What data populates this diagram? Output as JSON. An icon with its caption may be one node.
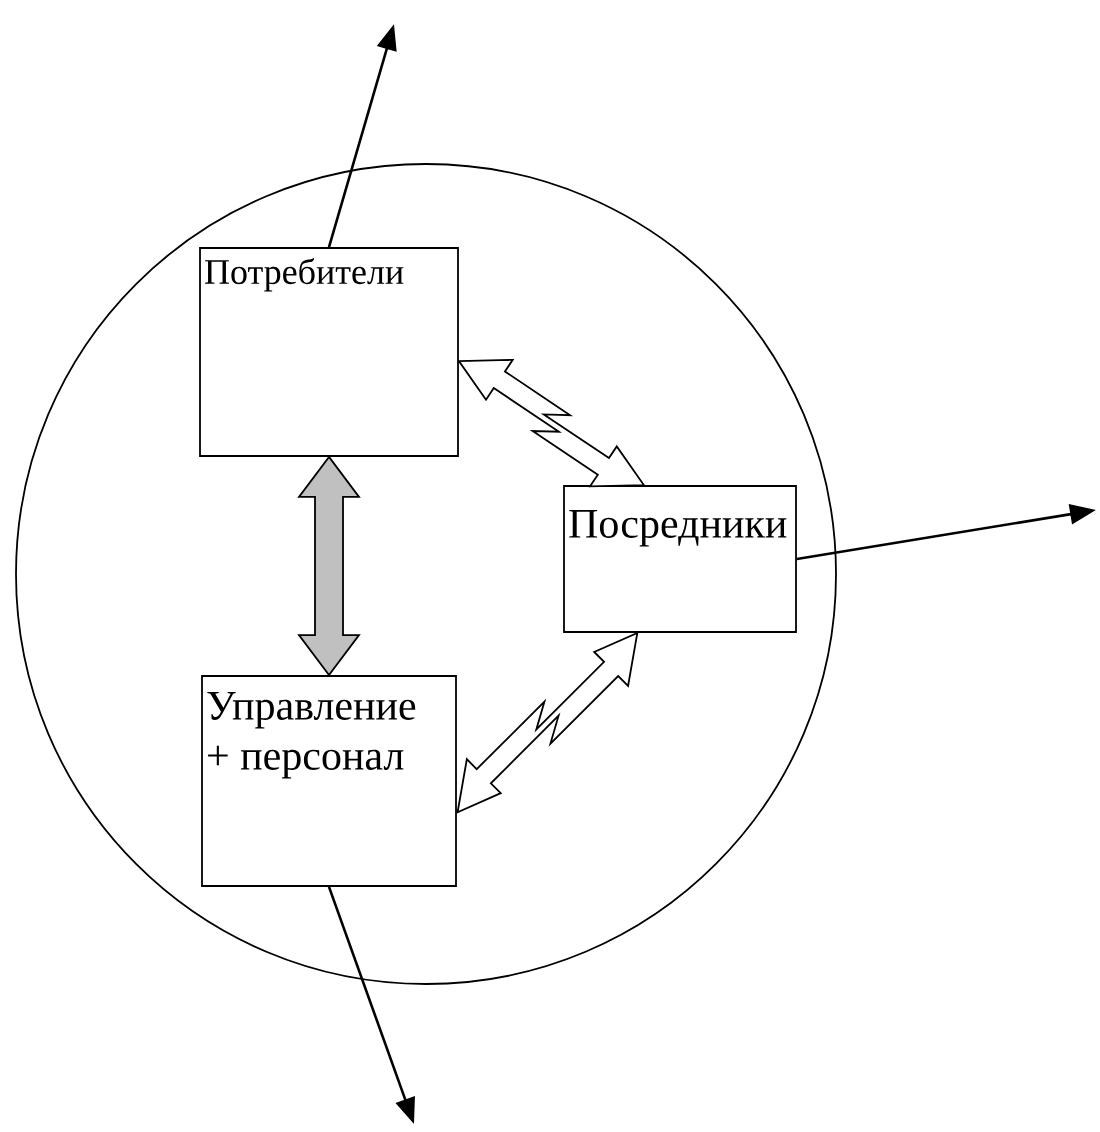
{
  "diagram": {
    "nodes": [
      {
        "text": [],
        "shape": "circle"
      },
      {
        "text": [
          "Потребители"
        ],
        "in": 0
      },
      {
        "text": [
          "Посредники"
        ],
        "in": 0
      },
      {
        "text": [
          "Управление + персонал"
        ],
        "in": 0
      }
    ],
    "edges": [
      {
        "from": 1,
        "to": null,
        "arrow": "to"
      },
      {
        "from": 1,
        "to": 2,
        "arrow": "both"
      },
      {
        "from": 1,
        "to": 3,
        "arrow": "both",
        "color": "#c0c0c0"
      },
      {
        "from": 2,
        "to": null,
        "arrow": "to"
      },
      {
        "from": 2,
        "to": 3,
        "arrow": "both"
      },
      {
        "from": 3,
        "to": null,
        "arrow": "to"
      }
    ]
  }
}
